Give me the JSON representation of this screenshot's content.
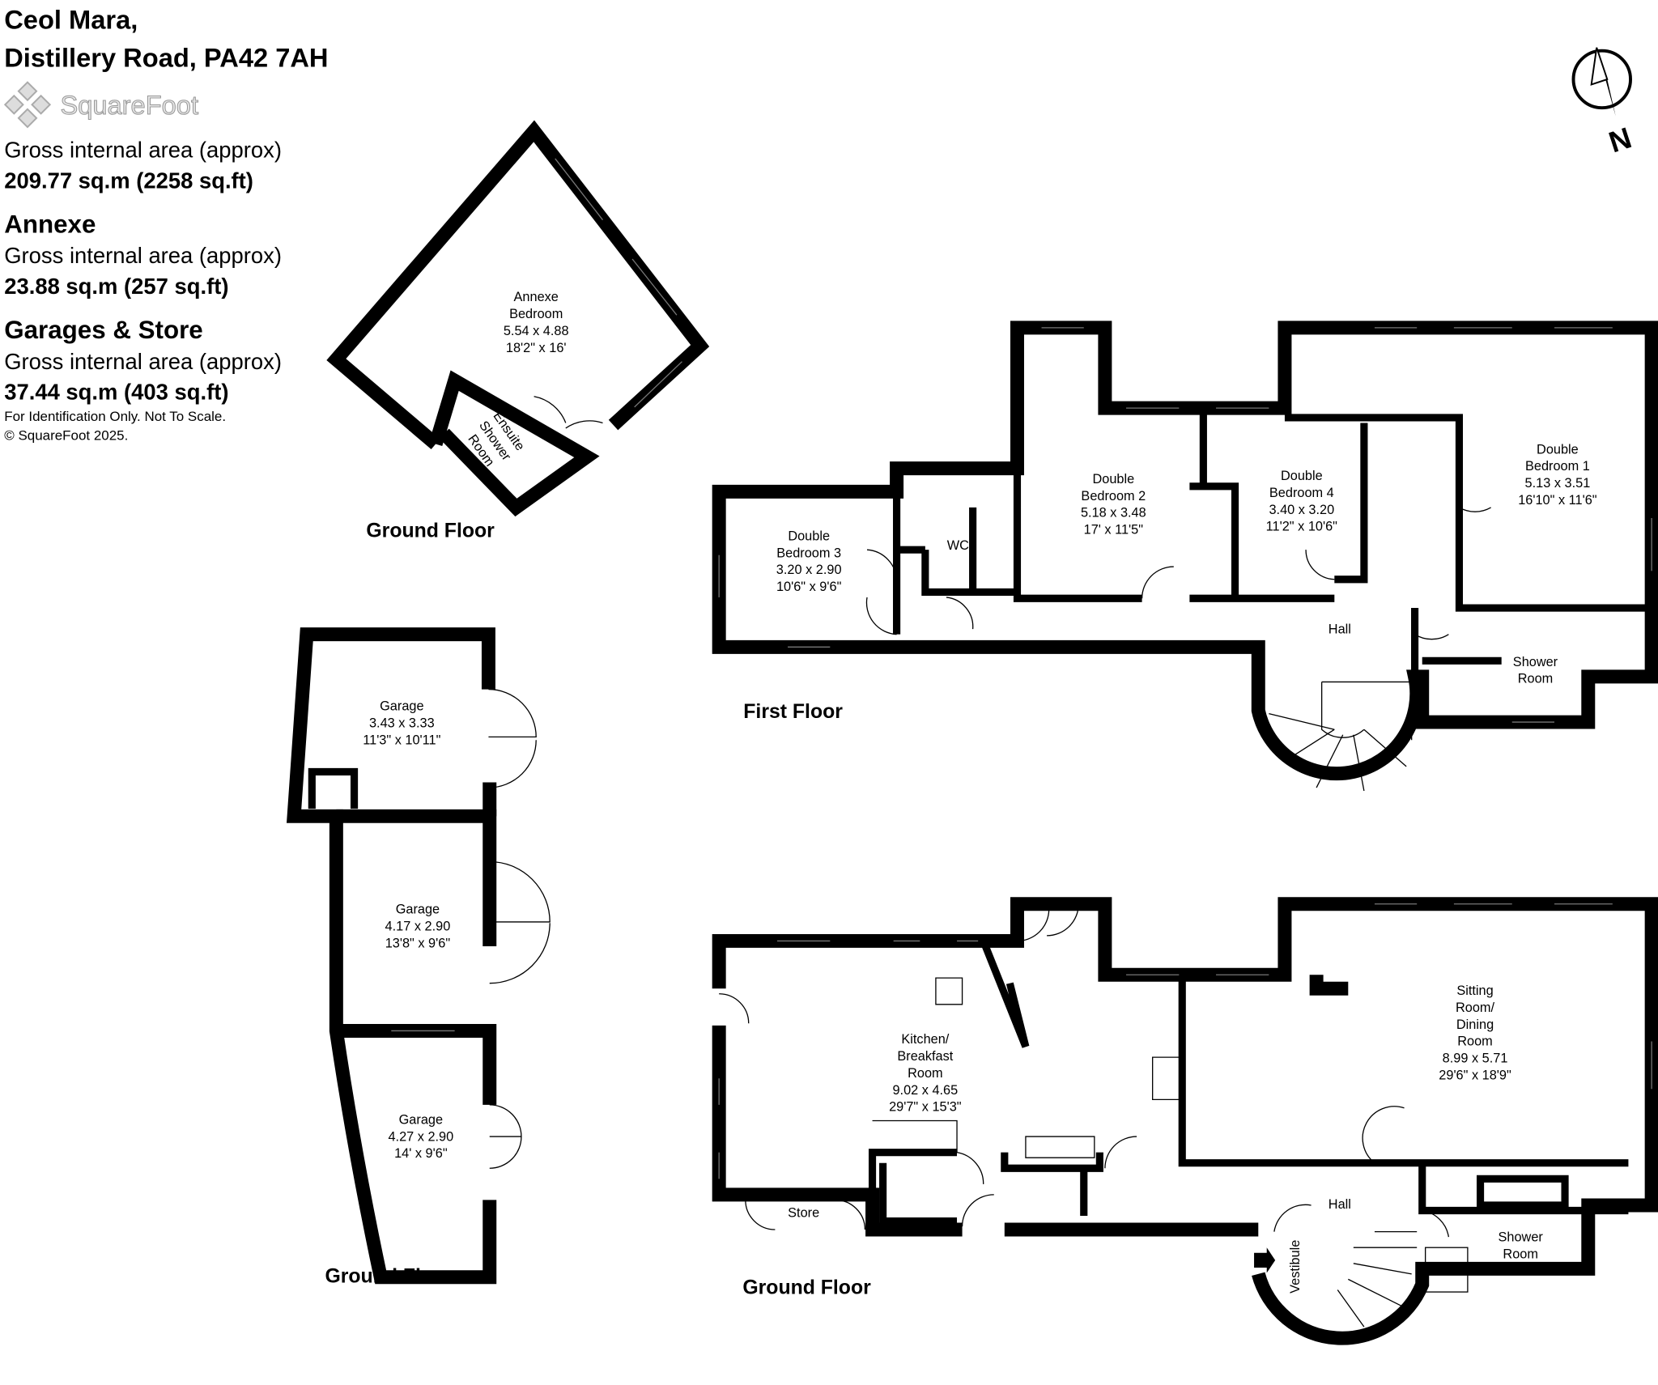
{
  "header": {
    "title_line1": "Ceol Mara,",
    "title_line2": "Distillery Road, PA42 7AH",
    "logo_text": "SquareFoot",
    "main_area_label": "Gross internal area (approx)",
    "main_area_value": "209.77 sq.m (2258 sq.ft)",
    "annexe_heading": "Annexe",
    "annexe_area_label": "Gross internal area (approx)",
    "annexe_area_value": "23.88 sq.m (257 sq.ft)",
    "garages_heading": "Garages & Store",
    "garages_area_label": "Gross internal area (approx)",
    "garages_area_value": "37.44 sq.m (403 sq.ft)",
    "disclaimer": "For Identification Only. Not To Scale.",
    "copyright": "© SquareFoot 2025."
  },
  "compass": {
    "icon": "north-arrow-icon",
    "label": "N"
  },
  "annexe": {
    "floor_label": "Ground Floor",
    "rooms": [
      {
        "lines": [
          "Annexe",
          "Bedroom",
          "5.54 x 4.88",
          "18'2\" x 16'"
        ]
      },
      {
        "lines": [
          "Ensuite",
          "Shower",
          "Room"
        ]
      }
    ]
  },
  "garages": {
    "floor_label": "Ground Floor",
    "rooms": [
      {
        "lines": [
          "Garage",
          "3.43 x 3.33",
          "11'3\" x 10'11\""
        ]
      },
      {
        "lines": [
          "Garage",
          "4.17 x 2.90",
          "13'8\" x 9'6\""
        ]
      },
      {
        "lines": [
          "Garage",
          "4.27 x 2.90",
          "14' x 9'6\""
        ]
      }
    ]
  },
  "first_floor": {
    "floor_label": "First Floor",
    "rooms": [
      {
        "lines": [
          "Double",
          "Bedroom 3",
          "3.20 x 2.90",
          "10'6\" x 9'6\""
        ]
      },
      {
        "lines": [
          "WC"
        ]
      },
      {
        "lines": [
          "Double",
          "Bedroom 2",
          "5.18 x 3.48",
          "17' x 11'5\""
        ]
      },
      {
        "lines": [
          "Double",
          "Bedroom 4",
          "3.40 x 3.20",
          "11'2\" x 10'6\""
        ]
      },
      {
        "lines": [
          "Double",
          "Bedroom 1",
          "5.13 x 3.51",
          "16'10\" x 11'6\""
        ]
      },
      {
        "lines": [
          "Hall"
        ]
      },
      {
        "lines": [
          "Shower",
          "Room"
        ]
      }
    ]
  },
  "ground_floor": {
    "floor_label": "Ground Floor",
    "rooms": [
      {
        "lines": [
          "Kitchen/",
          "Breakfast",
          "Room",
          "9.02 x 4.65",
          "29'7\" x 15'3\""
        ]
      },
      {
        "lines": [
          "Store"
        ]
      },
      {
        "lines": [
          "Sitting",
          "Room/",
          "Dining",
          "Room",
          "8.99 x 5.71",
          "29'6\" x 18'9\""
        ]
      },
      {
        "lines": [
          "Hall"
        ]
      },
      {
        "lines": [
          "Shower",
          "Room"
        ]
      },
      {
        "lines": [
          "Vestibule"
        ]
      }
    ]
  }
}
